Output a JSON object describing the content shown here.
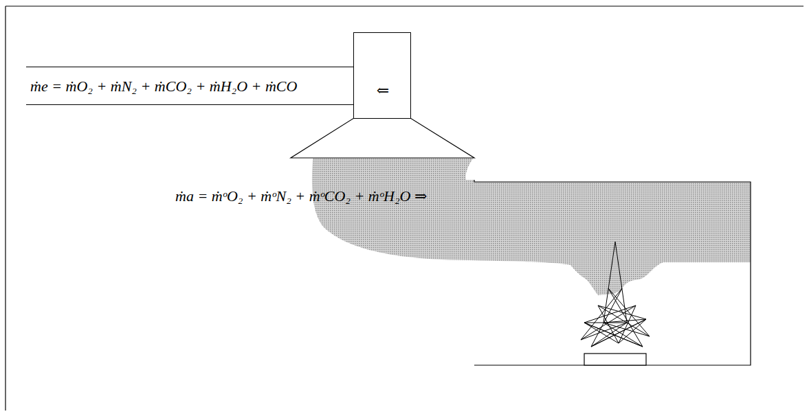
{
  "diagram": {
    "nodes": [
      {
        "text": [
          "ṁe = ṁO₂ + ṁN₂ + ṁCO₂ + ṁH₂O + ṁCO"
        ]
      },
      {
        "text": [
          "⇐"
        ]
      }
    ],
    "labels": [
      "ṁa = ṁᵒO₂ + ṁᵒN₂ + ṁᵒCO₂ + ṁᵒH₂O ⇒"
    ]
  }
}
